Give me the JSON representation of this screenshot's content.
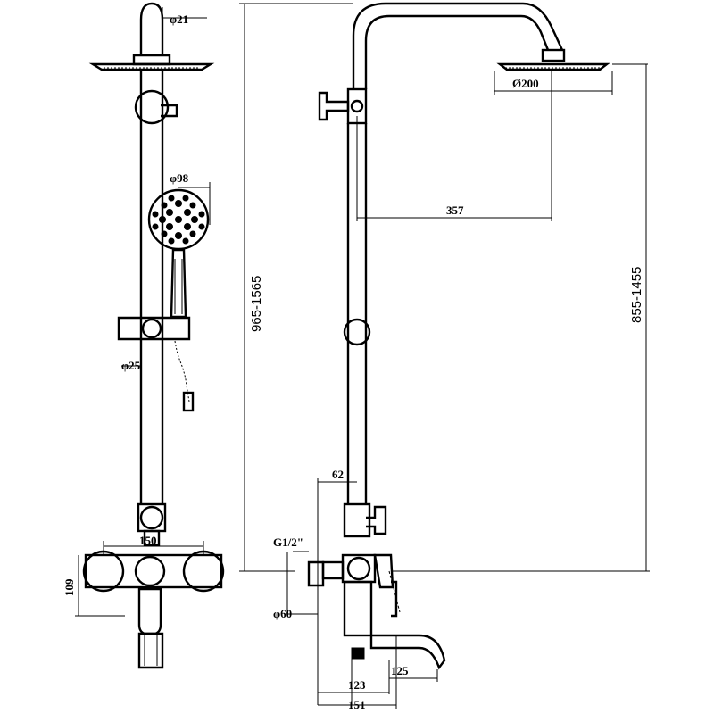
{
  "dimensions": {
    "top_pipe_diameter": "φ21",
    "handshower_diameter": "φ98",
    "rail_diameter": "φ25",
    "mixer_width": "150",
    "mixer_height": "109",
    "overall_height": "965-1565",
    "head_diameter": "Ø200",
    "arm_reach": "357",
    "adjust_height": "855-1455",
    "outlet_offset": "62",
    "inlet_thread": "G1/2\"",
    "escutcheon_diameter": "φ60",
    "spout_length": "125",
    "spout_projection": "123",
    "total_depth": "151"
  }
}
